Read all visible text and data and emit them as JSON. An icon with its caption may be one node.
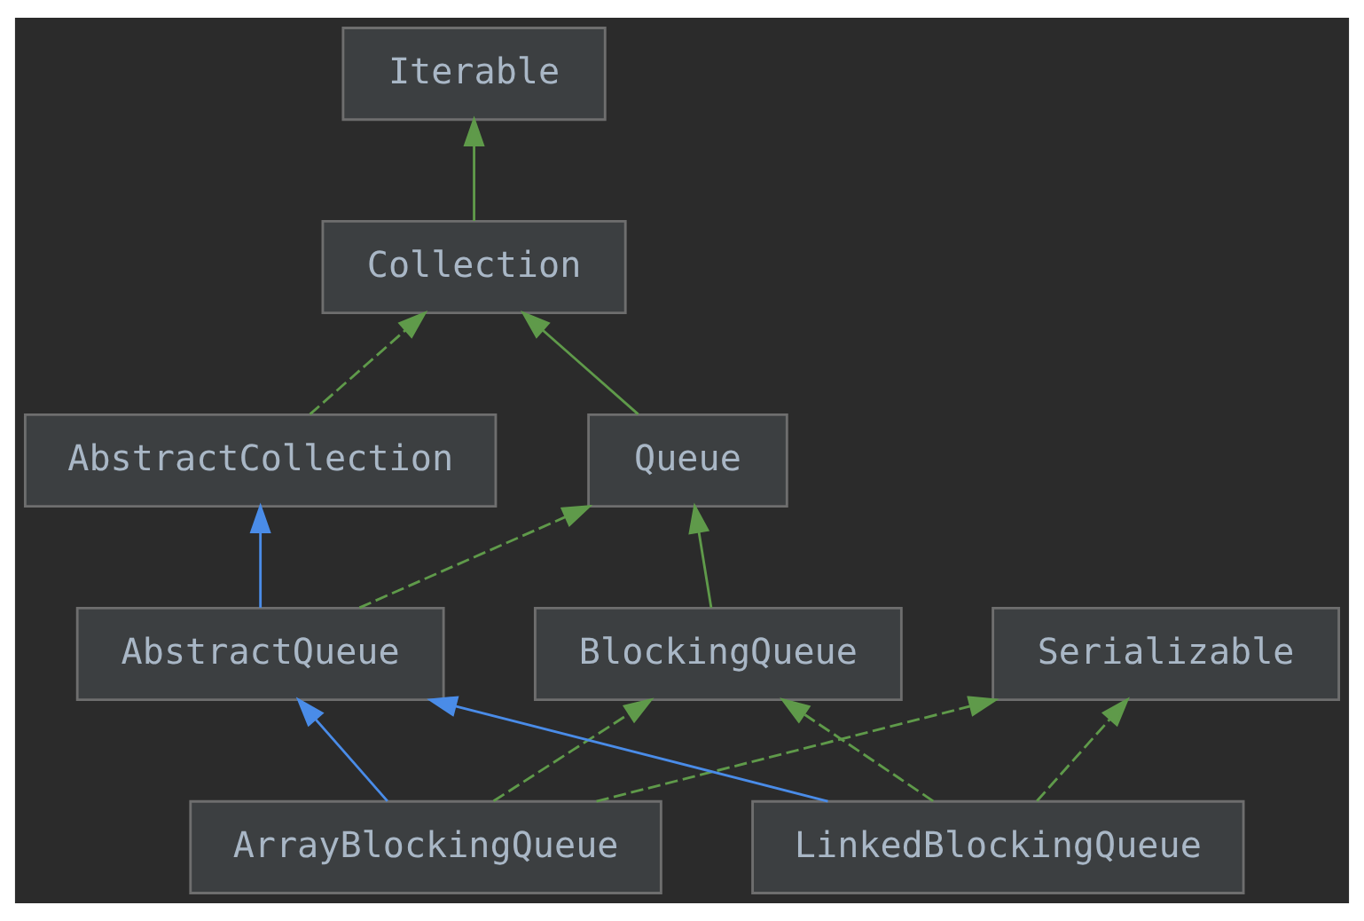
{
  "diagram": {
    "nodes": [
      {
        "text": [
          "Iterable"
        ]
      },
      {
        "text": [
          "Collection"
        ]
      },
      {
        "text": [
          "AbstractCollection"
        ]
      },
      {
        "text": [
          "Queue"
        ]
      },
      {
        "text": [
          "AbstractQueue"
        ]
      },
      {
        "text": [
          "BlockingQueue"
        ]
      },
      {
        "text": [
          "Serializable"
        ]
      },
      {
        "text": [
          "ArrayBlockingQueue"
        ]
      },
      {
        "text": [
          "LinkedBlockingQueue"
        ]
      }
    ],
    "edges": [
      {
        "from": 1,
        "to": 0,
        "arrow": "to"
      },
      {
        "from": 2,
        "to": 1,
        "arrow": "to",
        "style": "dashed"
      },
      {
        "from": 3,
        "to": 1,
        "arrow": "to"
      },
      {
        "from": 4,
        "to": 2,
        "arrow": "to",
        "color": "#4a8ce8"
      },
      {
        "from": 4,
        "to": 3,
        "arrow": "to",
        "style": "dashed"
      },
      {
        "from": 5,
        "to": 3,
        "arrow": "to"
      },
      {
        "from": 7,
        "to": 4,
        "arrow": "to",
        "color": "#4a8ce8"
      },
      {
        "from": 8,
        "to": 4,
        "arrow": "to",
        "color": "#4a8ce8"
      },
      {
        "from": 7,
        "to": 5,
        "arrow": "to",
        "style": "dashed"
      },
      {
        "from": 7,
        "to": 6,
        "arrow": "to",
        "style": "dashed"
      },
      {
        "from": 8,
        "to": 5,
        "arrow": "to",
        "style": "dashed"
      },
      {
        "from": 8,
        "to": 6,
        "arrow": "to",
        "style": "dashed"
      }
    ]
  }
}
